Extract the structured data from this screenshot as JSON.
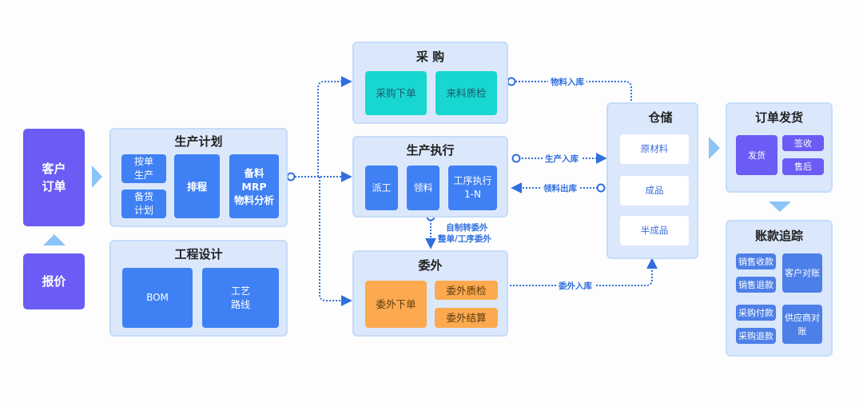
{
  "colors": {
    "panel_bg": "#dbe8fc",
    "panel_border": "#c5dcfa",
    "blue_box": "#3f80f4",
    "purple_box": "#6a5cf4",
    "teal_box": "#18d6d0",
    "orange_box": "#fca94f",
    "connector": "#2f6fe0",
    "flow_arrow": "#8cc4f8"
  },
  "customer_order": {
    "label_line1": "客户",
    "label_line2": "订单"
  },
  "quotation": {
    "label": "报价"
  },
  "production_plan": {
    "title": "生产计划",
    "items": [
      {
        "line1": "按单",
        "line2": "生产"
      },
      {
        "line1": "备货",
        "line2": "计划"
      },
      {
        "line1": "排程"
      },
      {
        "line1": "备料",
        "line2": "MRP",
        "line3": "物料分析"
      }
    ]
  },
  "engineering": {
    "title": "工程设计",
    "items": [
      {
        "line1": "BOM"
      },
      {
        "line1": "工艺",
        "line2": "路线"
      }
    ]
  },
  "purchase": {
    "title": "采 购",
    "items": [
      {
        "label": "采购下单"
      },
      {
        "label": "来料质检"
      }
    ]
  },
  "execution": {
    "title": "生产执行",
    "items": [
      {
        "line1": "派工"
      },
      {
        "line1": "领料"
      },
      {
        "line1": "工序执行",
        "line2": "1-N"
      }
    ]
  },
  "outsource": {
    "title": "委外",
    "items": [
      {
        "label": "委外下单"
      },
      {
        "label": "委外质检"
      },
      {
        "label": "委外结算"
      }
    ]
  },
  "warehouse": {
    "title": "仓储",
    "items": [
      {
        "label": "原材料"
      },
      {
        "label": "成品"
      },
      {
        "label": "半成品"
      }
    ]
  },
  "shipping": {
    "title": "订单发货",
    "items": [
      {
        "label": "发货"
      },
      {
        "label": "签收"
      },
      {
        "label": "售后"
      }
    ]
  },
  "accounts": {
    "title": "账款追踪",
    "items": [
      {
        "label": "销售收款"
      },
      {
        "label": "销售退款"
      },
      {
        "label": "客户对账"
      },
      {
        "label": "采购付款"
      },
      {
        "label": "采购退款"
      },
      {
        "line1": "供应商对",
        "line2": "账"
      }
    ]
  },
  "connectors": {
    "material_in": "物料入库",
    "production_in": "生产入库",
    "material_out": "领料出库",
    "outsource_in": "委外入库",
    "self_to_outsource_line1": "自制转委外",
    "self_to_outsource_line2": "整单/工序委外"
  }
}
